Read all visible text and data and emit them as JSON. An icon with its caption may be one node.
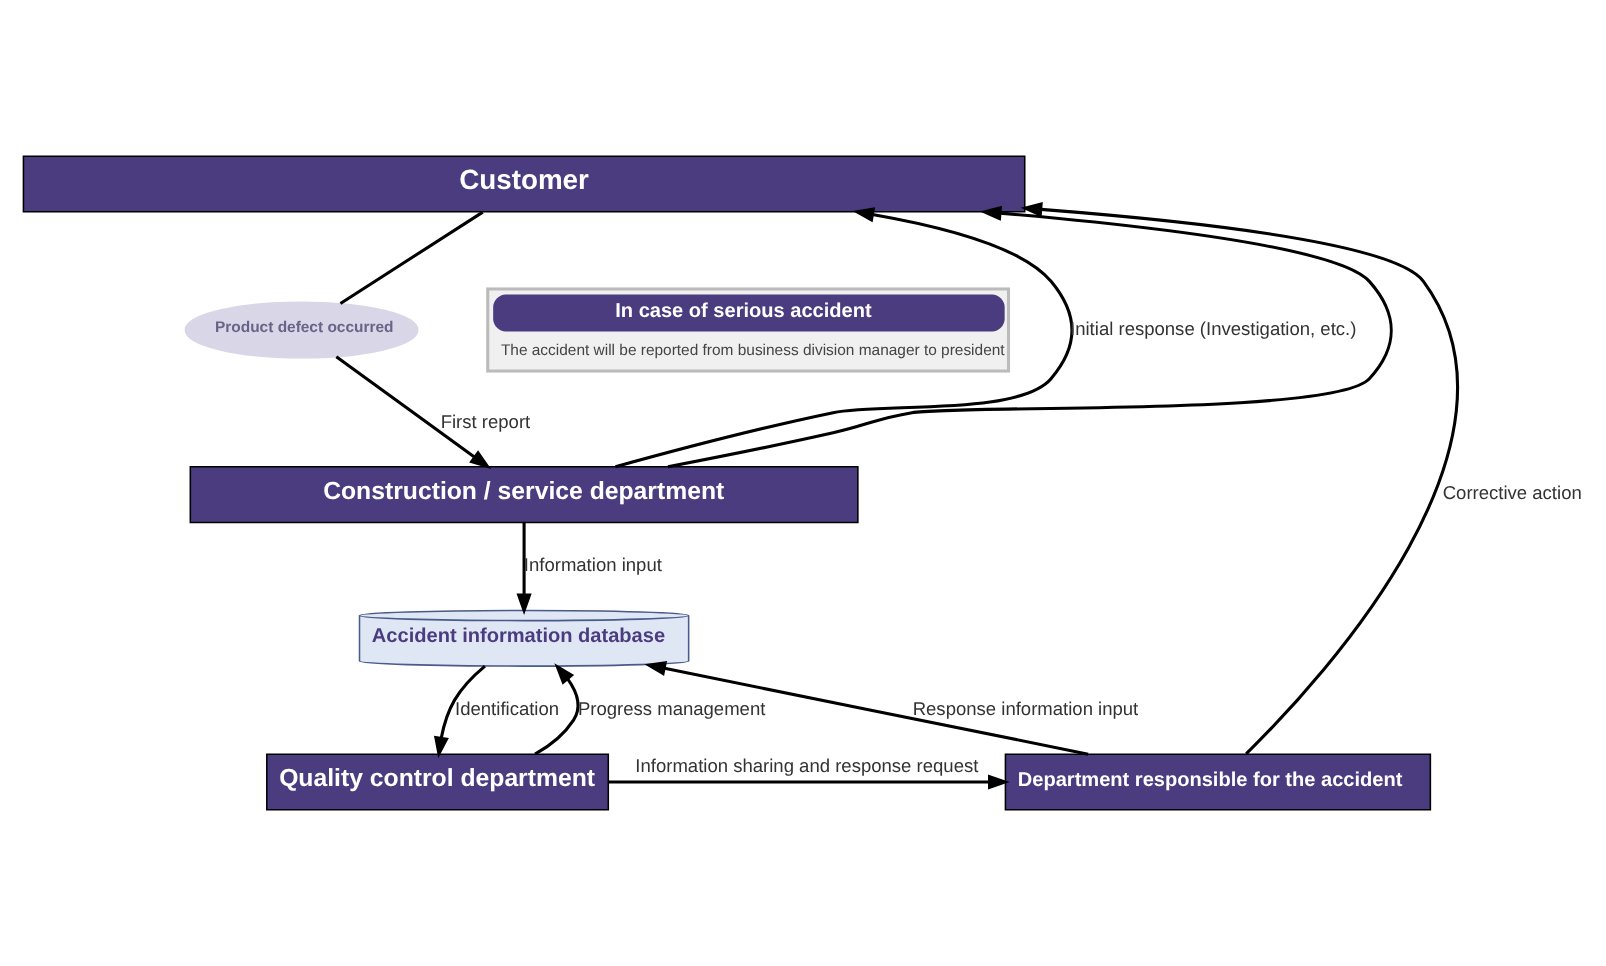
{
  "diagram": {
    "nodes": [
      {
        "text": [
          "Customer"
        ]
      },
      {
        "text": [
          "Product defect occurred"
        ]
      },
      {
        "text": [
          "Construction / service department"
        ]
      },
      {
        "text": [
          "In case of serious accident",
          "The accident will be reported from business division manager to president"
        ]
      },
      {
        "text": [
          "Accident information database"
        ]
      },
      {
        "text": [
          "Quality control department"
        ]
      },
      {
        "text": [
          "Department responsible for the accident"
        ]
      }
    ],
    "edges": [
      {
        "from": 0,
        "to": 1,
        "arrow": "none"
      },
      {
        "from": 1,
        "to": 2,
        "arrow": "to",
        "label": "First report"
      },
      {
        "from": 2,
        "to": 0,
        "arrow": "to",
        "label": "Initial response (Investigation, etc.)"
      },
      {
        "from": 2,
        "to": 0,
        "arrow": "to"
      },
      {
        "from": 6,
        "to": 0,
        "arrow": "to",
        "label": "Corrective action"
      },
      {
        "from": 2,
        "to": 4,
        "arrow": "to",
        "label": "Information input"
      },
      {
        "from": 4,
        "to": 5,
        "arrow": "to",
        "label": "Identification"
      },
      {
        "from": 5,
        "to": 4,
        "arrow": "to",
        "label": "Progress management"
      },
      {
        "from": 5,
        "to": 6,
        "arrow": "to",
        "label": "Information sharing and response request"
      },
      {
        "from": 6,
        "to": 4,
        "arrow": "to",
        "label": "Response information input"
      }
    ]
  }
}
